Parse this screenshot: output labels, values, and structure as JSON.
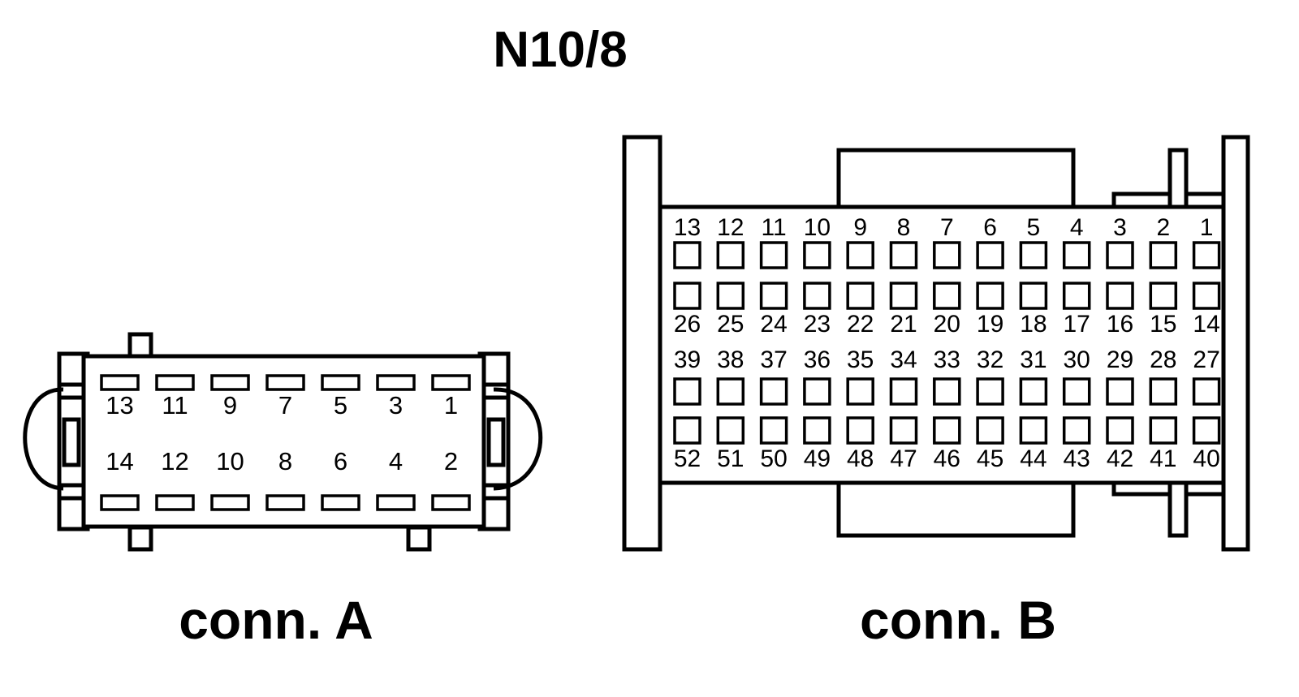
{
  "title": "N10/8",
  "connector_a": {
    "caption": "conn. A",
    "top_row": [
      "13",
      "11",
      "9",
      "7",
      "5",
      "3",
      "1"
    ],
    "bottom_row": [
      "14",
      "12",
      "10",
      "8",
      "6",
      "4",
      "2"
    ]
  },
  "connector_b": {
    "caption": "conn. B",
    "rows": [
      [
        "13",
        "12",
        "11",
        "10",
        "9",
        "8",
        "7",
        "6",
        "5",
        "4",
        "3",
        "2",
        "1"
      ],
      [
        "26",
        "25",
        "24",
        "23",
        "22",
        "21",
        "20",
        "19",
        "18",
        "17",
        "16",
        "15",
        "14"
      ],
      [
        "39",
        "38",
        "37",
        "36",
        "35",
        "34",
        "33",
        "32",
        "31",
        "30",
        "29",
        "28",
        "27"
      ],
      [
        "52",
        "51",
        "50",
        "49",
        "48",
        "47",
        "46",
        "45",
        "44",
        "43",
        "42",
        "41",
        "40"
      ]
    ]
  }
}
